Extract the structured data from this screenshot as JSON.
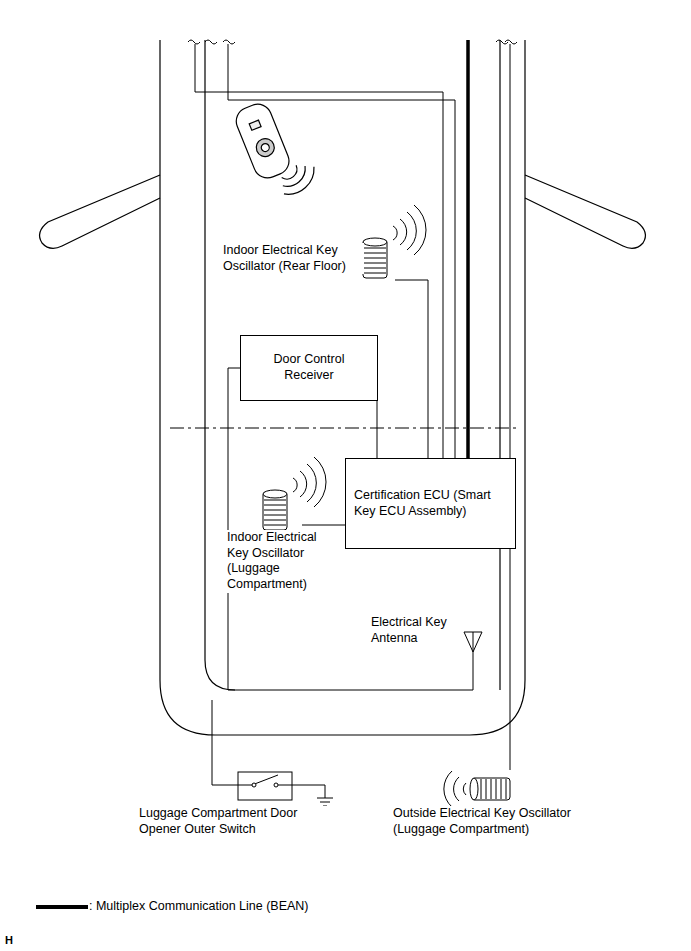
{
  "diagram": {
    "nodes": [
      {
        "text": [
          "Door Control Receiver"
        ]
      },
      {
        "text": [
          "Certification ECU (Smart Key ECU Assembly)"
        ]
      }
    ],
    "edges": [
      {
        "from": 0,
        "to": 1,
        "arrow": "none"
      }
    ],
    "labels": [
      "Indoor Electrical Key Oscillator (Rear Floor)",
      "Indoor Electrical Key Oscillator (Luggage Compartment)",
      "Electrical Key Antenna",
      "Luggage Compartment Door Opener Outer Switch",
      "Outside Electrical Key Oscillator (Luggage Compartment)",
      "H"
    ],
    "legend": [
      {
        "text": ": Multiplex Communication Line (BEAN)"
      }
    ]
  }
}
